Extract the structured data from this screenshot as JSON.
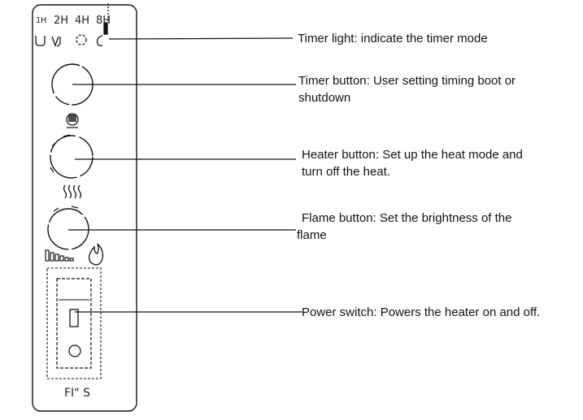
{
  "panel": {
    "timer_modes": [
      "1H",
      "2H",
      "4H",
      "8H"
    ],
    "model_label": "FI\" S"
  },
  "callouts": {
    "timer_light": "Timer light: indicate the timer mode",
    "timer_button_line1": "Timer button: User setting timing boot or",
    "timer_button_line2": "shutdown",
    "heater_button_line1": "Heater button: Set up the heat mode and",
    "heater_button_line2": "turn off the heat.",
    "flame_button_line1": "Flame button: Set the brightness of the",
    "flame_button_line2": "flame",
    "power_switch": "Power switch: Powers the heater on and off."
  },
  "colors": {
    "line": "#111111",
    "background": "#ffffff"
  }
}
